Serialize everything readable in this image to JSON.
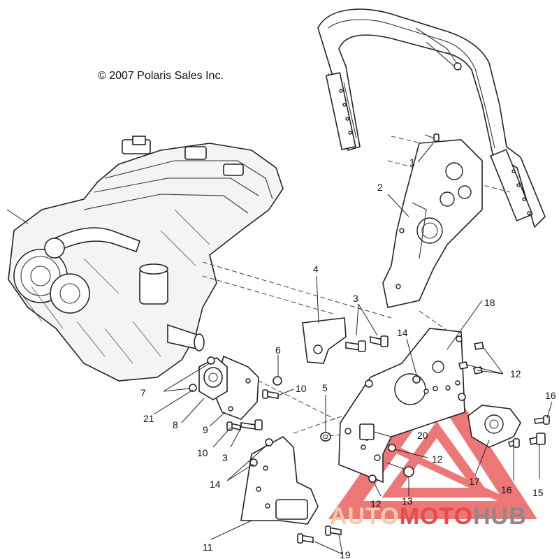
{
  "copyright": "© 2007 Polaris Sales Inc.",
  "callouts": [
    {
      "id": "c1",
      "label": "1"
    },
    {
      "id": "c2",
      "label": "2"
    },
    {
      "id": "c3a",
      "label": "3"
    },
    {
      "id": "c3b",
      "label": "3"
    },
    {
      "id": "c4",
      "label": "4"
    },
    {
      "id": "c5",
      "label": "5"
    },
    {
      "id": "c6",
      "label": "6"
    },
    {
      "id": "c7",
      "label": "7"
    },
    {
      "id": "c8",
      "label": "8"
    },
    {
      "id": "c9",
      "label": "9"
    },
    {
      "id": "c10a",
      "label": "10"
    },
    {
      "id": "c10b",
      "label": "10"
    },
    {
      "id": "c11",
      "label": "11"
    },
    {
      "id": "c12a",
      "label": "12"
    },
    {
      "id": "c12b",
      "label": "12"
    },
    {
      "id": "c12c",
      "label": "12"
    },
    {
      "id": "c13",
      "label": "13"
    },
    {
      "id": "c14a",
      "label": "14"
    },
    {
      "id": "c14b",
      "label": "14"
    },
    {
      "id": "c15",
      "label": "15"
    },
    {
      "id": "c16a",
      "label": "16"
    },
    {
      "id": "c16b",
      "label": "16"
    },
    {
      "id": "c17",
      "label": "17"
    },
    {
      "id": "c18",
      "label": "18"
    },
    {
      "id": "c19",
      "label": "19"
    },
    {
      "id": "c20",
      "label": "20"
    },
    {
      "id": "c21",
      "label": "21"
    }
  ],
  "watermark": {
    "part1": "AUTO",
    "part2": "MOTO",
    "part3": "HUB",
    "color_light": "#f7c9a8",
    "color_red": "#e84a4a",
    "color_gray": "#8a8a8a"
  }
}
